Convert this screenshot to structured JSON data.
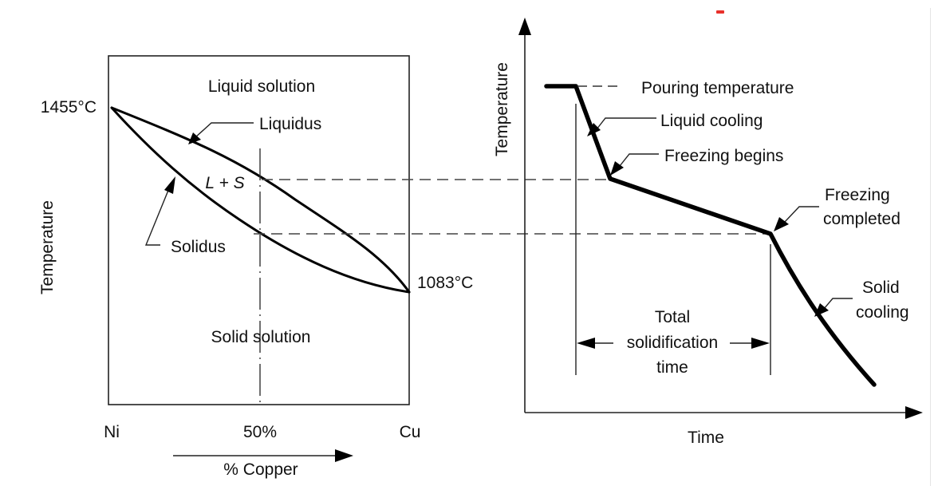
{
  "phase_diagram": {
    "y_axis_label": "Temperature",
    "x_axis_label": "% Copper",
    "x_ticks": [
      "Ni",
      "50%",
      "Cu"
    ],
    "ni_melting_point": "1455°C",
    "cu_melting_point": "1083°C",
    "regions": {
      "liquid": "Liquid solution",
      "two_phase": "L + S",
      "solid": "Solid solution"
    },
    "curve_labels": {
      "liquidus": "Liquidus",
      "solidus": "Solidus"
    }
  },
  "cooling_curve": {
    "y_axis_label": "Temperature",
    "x_axis_label": "Time",
    "annotations": {
      "pouring": "Pouring temperature",
      "liquid_cooling": "Liquid cooling",
      "freezing_begins": "Freezing begins",
      "freezing_completed_line1": "Freezing",
      "freezing_completed_line2": "completed",
      "solid_cooling_line1": "Solid",
      "solid_cooling_line2": "cooling",
      "total_line1": "Total",
      "total_line2": "solidification",
      "total_line3": "time"
    }
  },
  "accent_color": "#e8302a"
}
